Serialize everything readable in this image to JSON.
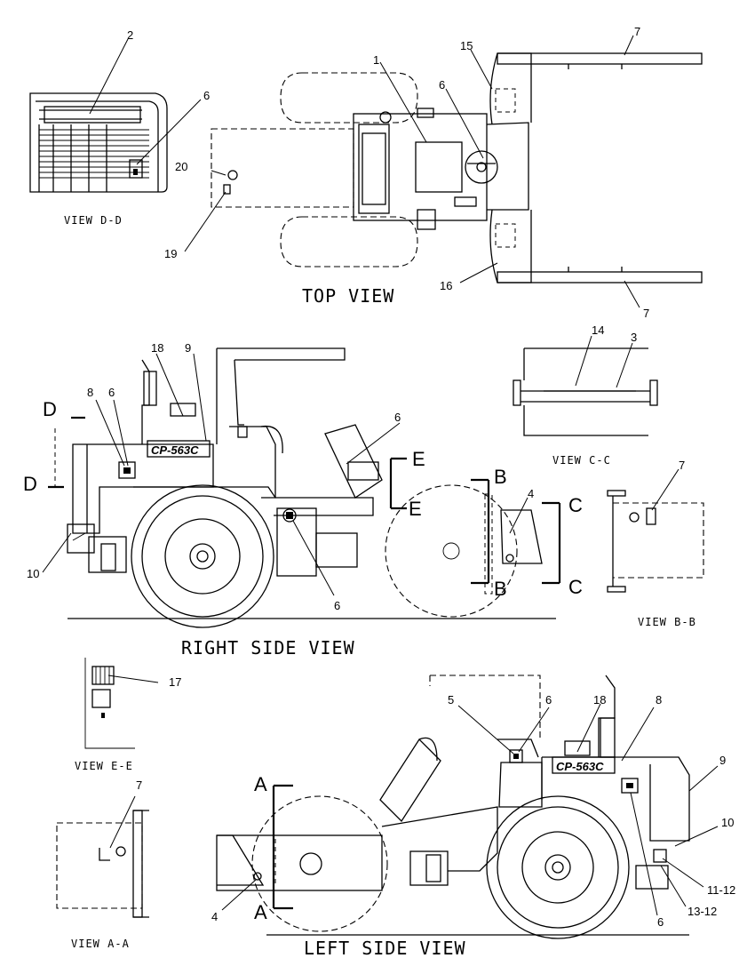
{
  "view_titles": {
    "top": "TOP VIEW",
    "right_side": "RIGHT SIDE VIEW",
    "left_side": "LEFT SIDE VIEW",
    "view_dd": "VIEW D-D",
    "view_cc": "VIEW C-C",
    "view_bb": "VIEW B-B",
    "view_ee": "VIEW E-E",
    "view_aa": "VIEW A-A"
  },
  "model_decal": "CP-563C",
  "section_letters": {
    "a": "A",
    "b": "B",
    "c": "C",
    "d": "D",
    "e": "E"
  },
  "callouts": {
    "top_2": "2",
    "top_6_dd": "6",
    "top_1": "1",
    "top_15": "15",
    "top_7a": "7",
    "top_6": "6",
    "top_20": "20",
    "top_19": "19",
    "top_16": "16",
    "top_7b": "7",
    "cc_14": "14",
    "cc_3": "3",
    "bb_7": "7",
    "rs_18": "18",
    "rs_9": "9",
    "rs_8": "8",
    "rs_6a": "6",
    "rs_6b": "6",
    "rs_4": "4",
    "rs_10": "10",
    "rs_6c": "6",
    "ee_17": "17",
    "aa_7": "7",
    "ls_5": "5",
    "ls_6a": "6",
    "ls_18": "18",
    "ls_8": "8",
    "ls_9": "9",
    "ls_10": "10",
    "ls_11_12": "11-12",
    "ls_13_12": "13-12",
    "ls_4": "4",
    "ls_6b": "6"
  }
}
